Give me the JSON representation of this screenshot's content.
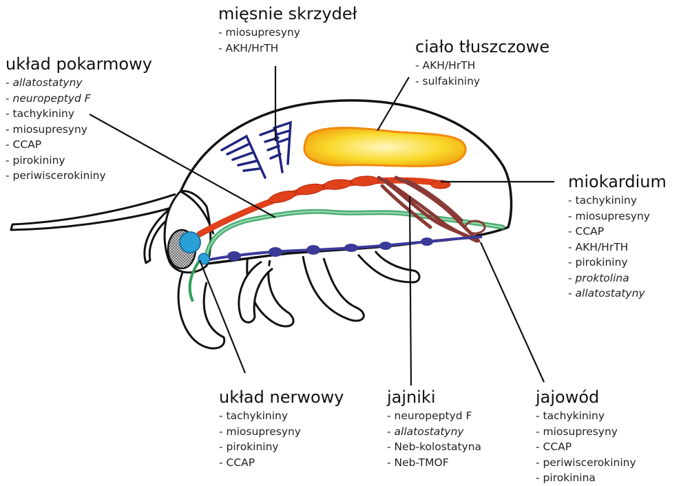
{
  "regions": {
    "uklad_pokarmowy": {
      "title": "układ pokarmowy",
      "items": [
        "allatostatyny",
        "neuropeptyd F",
        "tachykininy",
        "miosupresyny",
        "CCAP",
        "pirokininy",
        "periwiscerokininy"
      ]
    },
    "miesnie_skrzydel": {
      "title": "mięsnie skrzydeł",
      "items": [
        "miosupresyny",
        "AKH/HrTH"
      ]
    },
    "cialo_tluszczowe": {
      "title": "ciało tłuszczowe",
      "items": [
        "AKH/HrTH",
        "sulfakininy"
      ]
    },
    "miokardium": {
      "title": "miokardium",
      "items": [
        "tachykininy",
        "miosupresyny",
        "CCAP",
        "AKH/HrTH",
        "pirokininy",
        "proktolina",
        "allatostatyny"
      ]
    },
    "uklad_nerwowy": {
      "title": "układ nerwowy",
      "items": [
        "tachykininy",
        "miosupresyny",
        "pirokininy",
        "CCAP"
      ]
    },
    "jajniki": {
      "title": "jajniki",
      "items": [
        "neuropeptyd F",
        "allatostatyny",
        "Neb-kolostatyna",
        "Neb-TMOF"
      ]
    },
    "jajowod": {
      "title": "jajowód",
      "items": [
        "tachykininy",
        "miosupresyny",
        "CCAP",
        "periwiscerokininy",
        "pirokinina"
      ]
    }
  },
  "colors": {
    "outline": "#111111",
    "gut": "#2e9e5a",
    "dorsal_vessel": "#e0401a",
    "nerve_cord": "#3b3a99",
    "brain": "#2aa0d8",
    "fat_body": "#f2c40f",
    "fat_body_edge": "#f08a10",
    "oviduct": "#8a3a36",
    "wing_muscle": "#1f2580"
  }
}
